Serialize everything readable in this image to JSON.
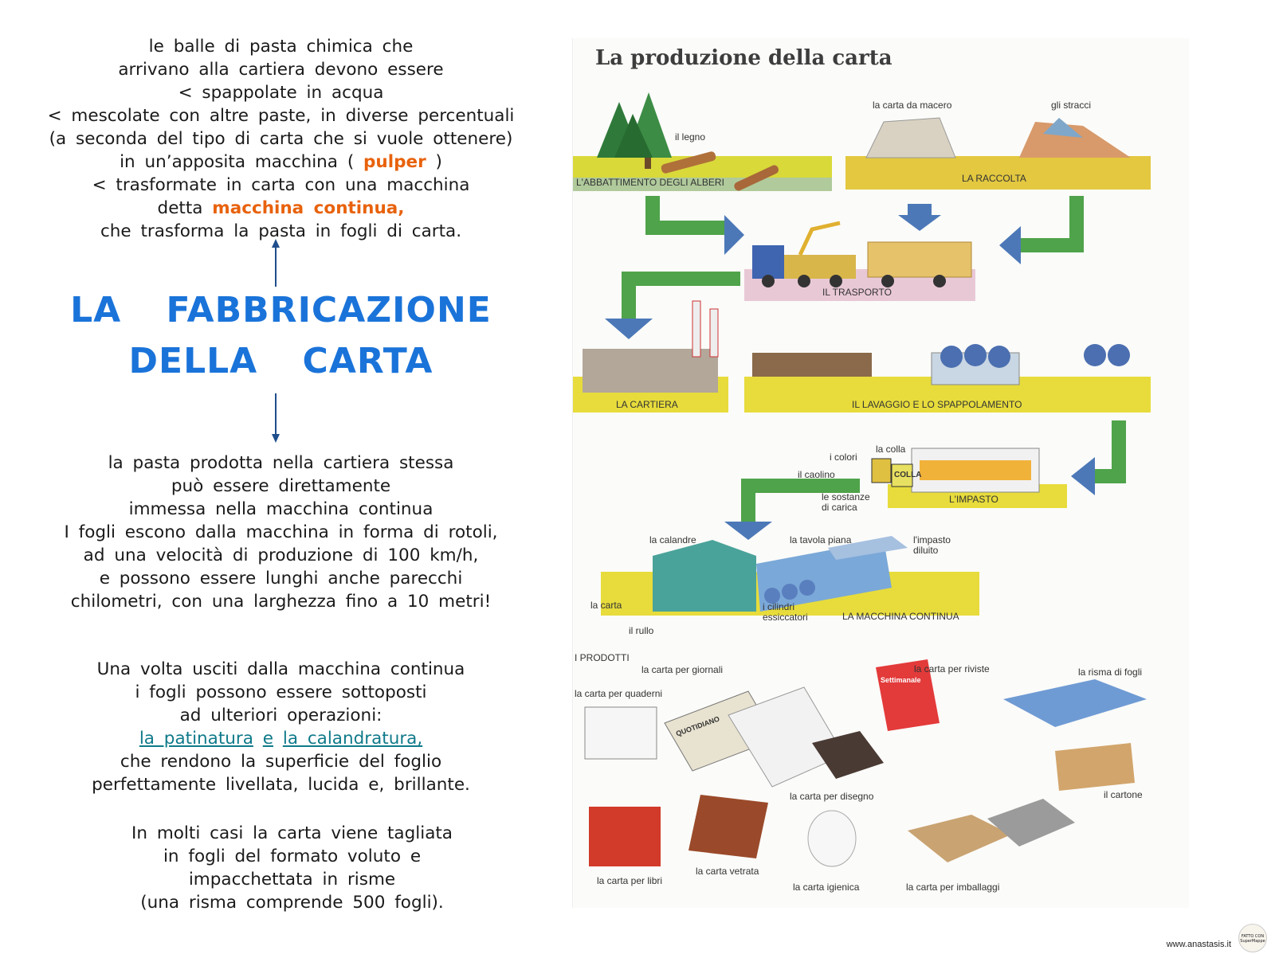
{
  "intro": {
    "lines": [
      "le balle di pasta chimica che",
      "arrivano alla cartiera devono essere",
      "< spappolate in acqua",
      "< mescolate con altre paste, in diverse percentuali",
      "(a seconda del tipo di carta che si vuole ottenere)"
    ],
    "line6_pre": "in un’apposita macchina ( ",
    "line6_hl": "pulper",
    "line6_post": " )",
    "line7": "< trasformate in carta con una macchina",
    "line8_pre": "detta ",
    "line8_hl": "macchina continua,",
    "line9": "che trasforma la pasta in fogli di carta."
  },
  "title": {
    "line1": "LA FABBRICAZIONE",
    "line2": "DELLA CARTA"
  },
  "pasta": {
    "lines": [
      "la pasta prodotta nella cartiera stessa",
      "può essere direttamente",
      "immessa nella macchina continua",
      "I fogli escono dalla macchina in forma di rotoli,",
      "ad una velocità di produzione di 100 km/h,",
      "e possono essere lunghi anche parecchi",
      "chilometri, con una larghezza fino a 10 metri!"
    ]
  },
  "operazioni": {
    "lines": [
      "Una volta usciti dalla macchina continua",
      "i fogli possono essere sottoposti",
      "ad ulteriori operazioni:"
    ],
    "link1": "la patinatura",
    "and": "e",
    "link2": "la calandratura,",
    "lines_after": [
      "che rendono la superficie del foglio",
      "perfettamente livellata, lucida e, brillante."
    ]
  },
  "risme": {
    "lines": [
      "In molti casi la carta viene tagliata",
      "in fogli del formato voluto e",
      "impacchettata in risme",
      "(una risma comprende 500 fogli)."
    ]
  },
  "diagram": {
    "title": "La produzione della carta",
    "labels": {
      "legno": "il legno",
      "abbattimento": "L'ABBATTIMENTO DEGLI ALBERI",
      "macero": "la carta da macero",
      "stracci": "gli stracci",
      "raccolta": "LA RACCOLTA",
      "trasporto": "IL TRASPORTO",
      "cartiera": "LA CARTIERA",
      "lavaggio": "IL LAVAGGIO E LO SPAPPOLAMENTO",
      "colla": "la colla",
      "colori": "i colori",
      "caolino": "il caolino",
      "sostanze": "le sostanze\ndi carica",
      "colla_can": "COLLA",
      "impasto": "L'IMPASTO",
      "calandre": "la calandre",
      "tavola": "la tavola piana",
      "impasto_diluito": "l'impasto\ndiluito",
      "carta": "la carta",
      "cilindri": "i cilindri\nessiccatori",
      "continua": "LA MACCHINA CONTINUA",
      "rullo": "il rullo",
      "prodotti": "I PRODOTTI",
      "giornali": "la carta per giornali",
      "quaderni": "la carta per quaderni",
      "riviste": "la carta per riviste",
      "risma": "la risma di fogli",
      "disegno": "la carta per disegno",
      "cartone": "il cartone",
      "libri": "la carta per libri",
      "vetrata": "la carta vetrata",
      "igienica": "la carta igienica",
      "imballaggi": "la carta per imballaggi",
      "giornale_name": "QUOTIDIANO",
      "rivista_name": "Settimanale"
    }
  },
  "footer": {
    "site": "www.anastasis.it",
    "logo_text": "FATTO CON SuperMappe"
  }
}
